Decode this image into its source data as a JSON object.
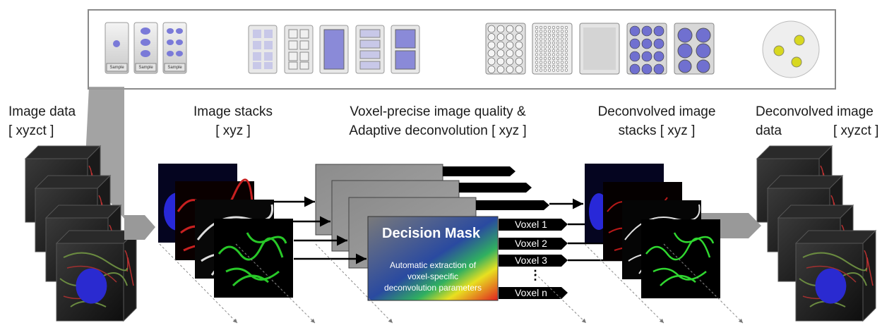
{
  "stages": {
    "image_data": {
      "line1": "Image data",
      "line2": "[ xyzct ]"
    },
    "image_stacks": {
      "line1": "Image stacks",
      "line2": "[ xyz ]"
    },
    "quality": {
      "line1": "Voxel-precise image quality &",
      "line2": "Adaptive deconvolution  [ xyz ]"
    },
    "deconv_stacks": {
      "line1": "Deconvolved image",
      "line2": "stacks [ xyz ]"
    },
    "deconv_data": {
      "line1": "Deconvolved image",
      "line2a": "data",
      "line2b": "[ xyzct ]"
    }
  },
  "decision_mask": {
    "title": "Decision Mask",
    "desc1": "Automatic extraction of",
    "desc2": "voxel-specific",
    "desc3": "deconvolution parameters"
  },
  "voxels": [
    "Voxel 1",
    "Voxel 2",
    "Voxel 3",
    "⋮",
    "Voxel n"
  ],
  "sample_label": "Sample",
  "colors": {
    "blue": "#2a2ad8",
    "red": "#c81e1e",
    "green": "#28c828",
    "gray": "#888888"
  }
}
